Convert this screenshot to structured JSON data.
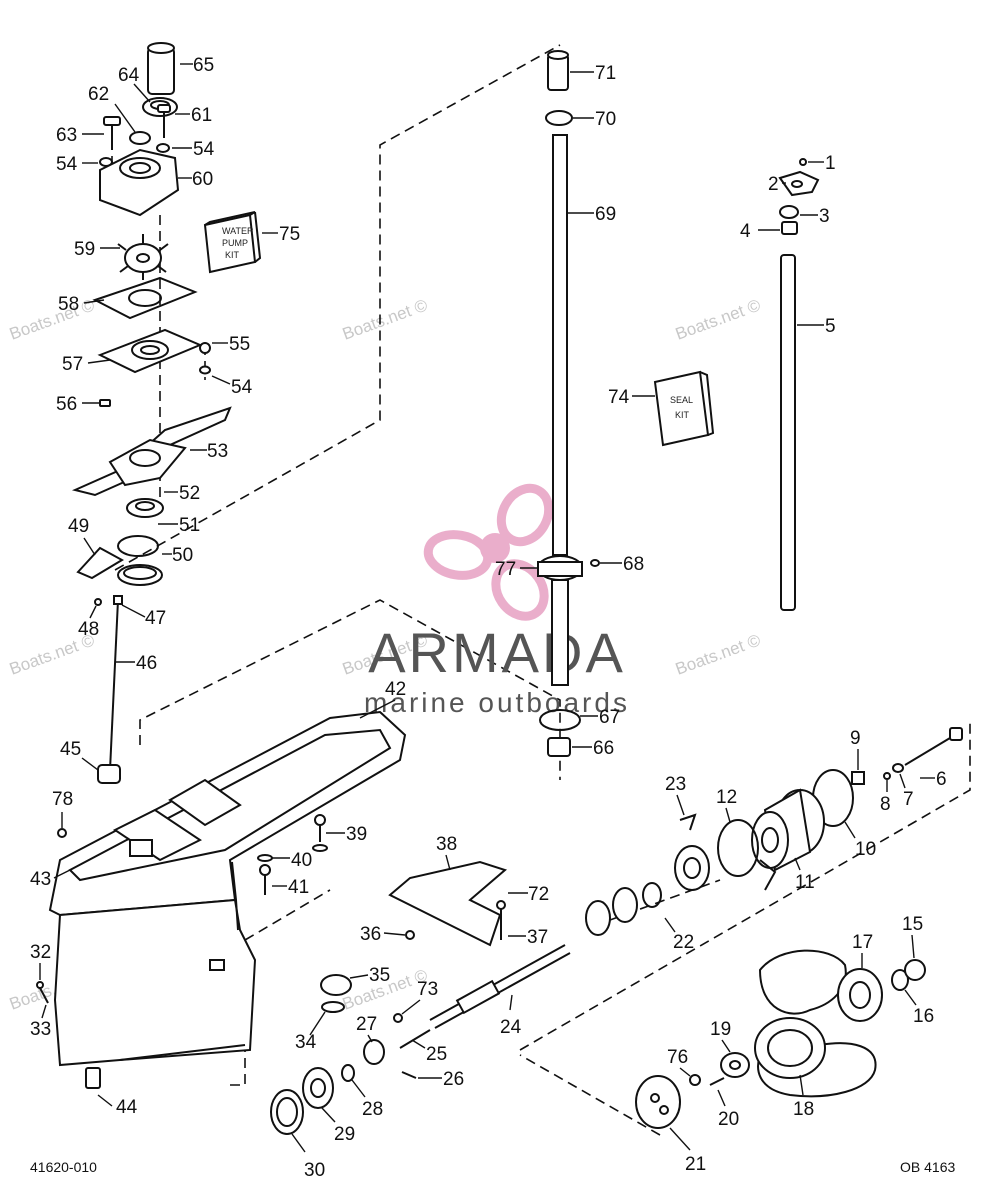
{
  "watermark": {
    "site": "Boats.net ©"
  },
  "brand": {
    "name": "ARMADA",
    "tagline": "marine outboards",
    "color": "#e8a6c6",
    "text_color": "#555555"
  },
  "footer": {
    "left_code": "41620-010",
    "right_code": "OB 4163"
  },
  "kits": {
    "water_pump": [
      "WATER",
      "PUMP",
      "KIT"
    ],
    "seal": [
      "SEAL",
      "KIT"
    ]
  },
  "callouts": {
    "c1": "1",
    "c2": "2",
    "c3": "3",
    "c4": "4",
    "c5": "5",
    "c6": "6",
    "c7": "7",
    "c8": "8",
    "c9": "9",
    "c10": "10",
    "c11": "11",
    "c12": "12",
    "c15": "15",
    "c16": "16",
    "c17": "17",
    "c18": "18",
    "c19": "19",
    "c20": "20",
    "c21": "21",
    "c22": "22",
    "c23": "23",
    "c24": "24",
    "c25": "25",
    "c26": "26",
    "c27": "27",
    "c28": "28",
    "c29": "29",
    "c30": "30",
    "c32": "32",
    "c33": "33",
    "c34": "34",
    "c35": "35",
    "c36": "36",
    "c37": "37",
    "c38": "38",
    "c39": "39",
    "c40": "40",
    "c41": "41",
    "c42": "42",
    "c43": "43",
    "c44": "44",
    "c45": "45",
    "c46": "46",
    "c47": "47",
    "c48": "48",
    "c49": "49",
    "c50": "50",
    "c51": "51",
    "c52": "52",
    "c53": "53",
    "c54a": "54",
    "c54b": "54",
    "c54c": "54",
    "c55": "55",
    "c56": "56",
    "c57": "57",
    "c58": "58",
    "c59": "59",
    "c60": "60",
    "c61": "61",
    "c62": "62",
    "c63": "63",
    "c64": "64",
    "c65": "65",
    "c66": "66",
    "c67": "67",
    "c68": "68",
    "c69": "69",
    "c70": "70",
    "c71": "71",
    "c72": "72",
    "c73": "73",
    "c74": "74",
    "c75": "75",
    "c76": "76",
    "c77": "77",
    "c78": "78"
  }
}
